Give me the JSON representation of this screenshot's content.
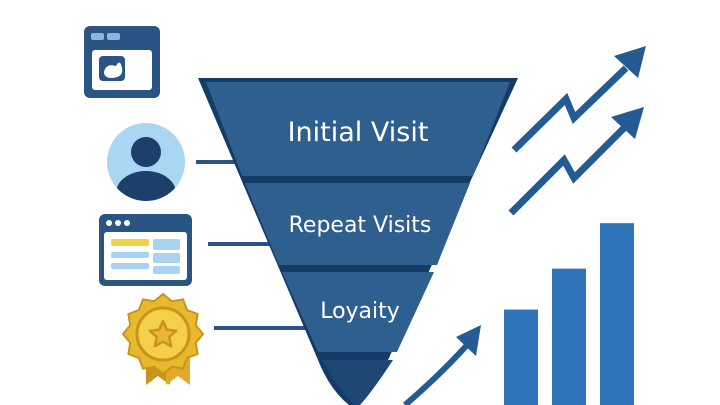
{
  "funnel": {
    "stages": [
      {
        "label": "Initial Visit"
      },
      {
        "label": "Repeat Visits"
      },
      {
        "label": "Loyaity"
      }
    ]
  },
  "icons": [
    "browser-window-icon",
    "user-avatar-icon",
    "webpage-layout-icon",
    "award-badge-icon"
  ],
  "chart_data": {
    "type": "bar",
    "categories": [
      "",
      "",
      ""
    ],
    "values": [
      2.1,
      3.0,
      4.0
    ],
    "title": "",
    "xlabel": "",
    "ylabel": "",
    "ylim": [
      0,
      4.4
    ]
  },
  "colors": {
    "funnel_fill": "#2f5f8f",
    "funnel_dark": "#1d4876",
    "funnel_outline": "#143a66",
    "bar_blue": "#2f74b8",
    "icon_navy": "#2a5484",
    "avatar_bg": "#a9d6f2",
    "gold": "#e8b92e",
    "gold_dark": "#c9941c",
    "ui_yellow": "#f4cf48",
    "ui_lightblue": "#a9d3f0"
  }
}
